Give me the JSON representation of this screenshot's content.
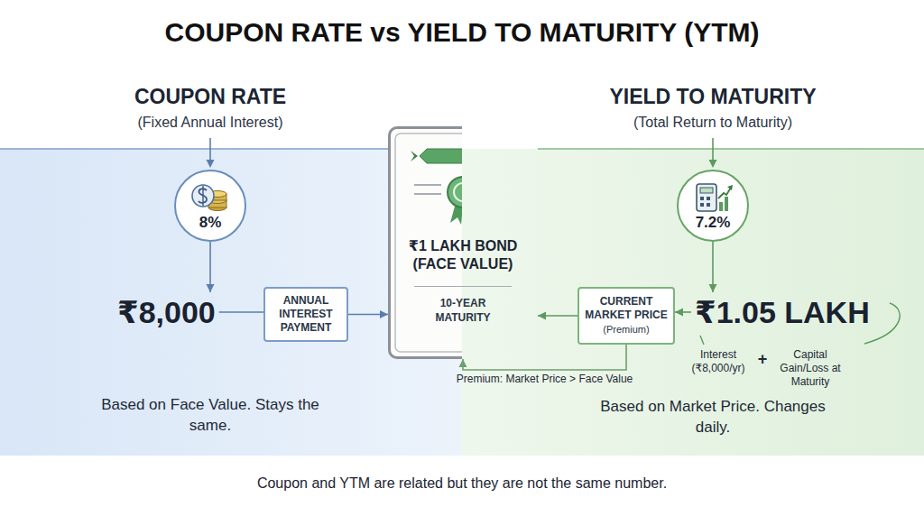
{
  "diagram": {
    "title": "COUPON RATE vs YIELD TO MATURITY (YTM)",
    "caption": "Coupon and YTM are related but they are not the same number.",
    "nodes": [
      {
        "text": [
          "COUPON RATE",
          "(Fixed Annual Interest)",
          "Based on Face Value. Stays the same."
        ]
      },
      {
        "text": [
          "8%"
        ],
        "in": 0
      },
      {
        "text": [
          "₹8,000"
        ],
        "in": 0
      },
      {
        "text": [
          "ANNUAL INTEREST PAYMENT"
        ],
        "in": 0
      },
      {
        "text": [
          "₹1 LAKH BOND (FACE VALUE)",
          "10-YEAR MATURITY"
        ]
      },
      {
        "text": [
          "YIELD TO MATURITY",
          "(Total Return to Maturity)",
          "Based on Market Price. Changes daily."
        ]
      },
      {
        "text": [
          "7.2%"
        ],
        "in": 5
      },
      {
        "text": [
          "CURRENT MARKET PRICE",
          "(Premium)"
        ],
        "in": 5
      },
      {
        "text": [
          "₹1.05 LAKH"
        ],
        "in": 5
      }
    ],
    "edges": [
      {
        "from": 1,
        "to": 2,
        "arrow": "to"
      },
      {
        "from": 2,
        "to": 3,
        "arrow": "none"
      },
      {
        "from": 3,
        "to": 4,
        "arrow": "to"
      },
      {
        "from": 6,
        "to": 8,
        "arrow": "to"
      },
      {
        "from": 8,
        "to": 7,
        "arrow": "to"
      },
      {
        "from": 7,
        "to": 4,
        "arrow": "to"
      },
      {
        "from": 7,
        "to": 4,
        "label": "Premium: Market Price > Face Value",
        "arrow": "to"
      }
    ],
    "labels": [
      "Interest (₹8,000/yr)",
      "+",
      "Capital Gain/Loss at Maturity"
    ]
  }
}
